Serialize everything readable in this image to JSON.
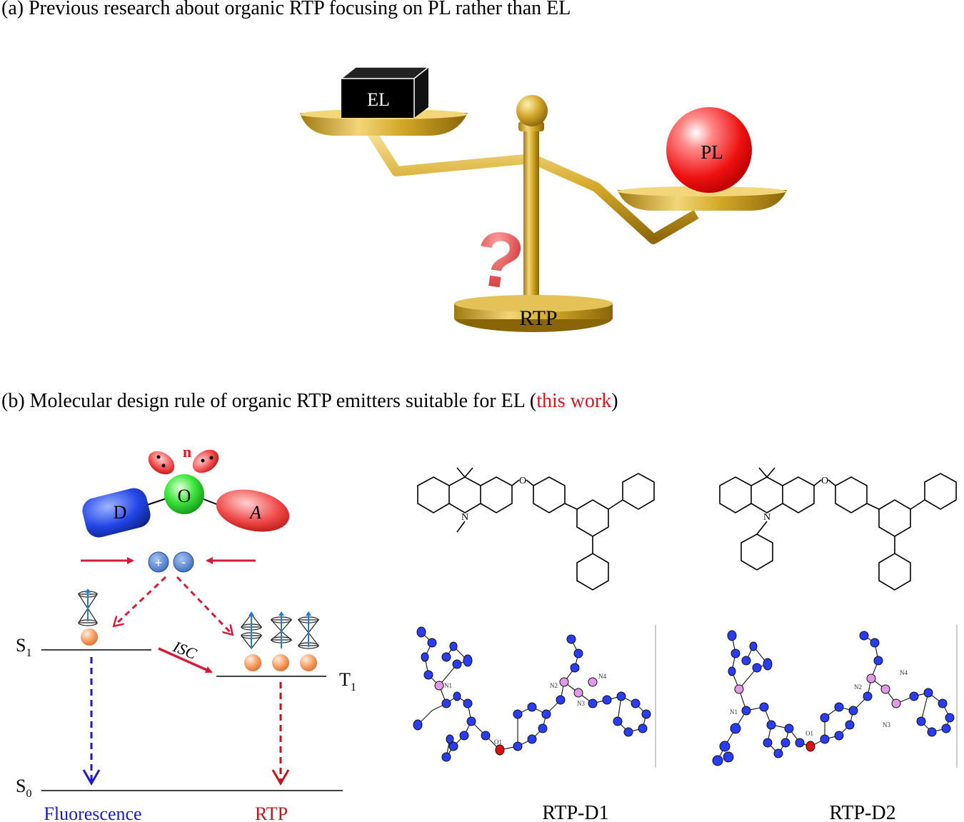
{
  "panel_a": {
    "caption": "(a) Previous research about organic RTP focusing on PL rather than EL",
    "box_label": "EL",
    "ball_label": "PL",
    "base_label": "RTP",
    "question_mark": "?"
  },
  "panel_b": {
    "caption_prefix": "(b) Molecular design rule of organic RTP emitters suitable for EL (",
    "caption_highlight": "this work",
    "caption_suffix": ")",
    "molecule": {
      "donor": "D",
      "oxygen": "O",
      "acceptor": "A",
      "lone_pair": "n",
      "plus": "+",
      "minus": "-"
    },
    "energy": {
      "s1": "S",
      "s1_sub": "1",
      "t1": "T",
      "t1_sub": "1",
      "s0": "S",
      "s0_sub": "0",
      "isc": "ISC",
      "fluorescence": "Fluorescence",
      "rtp": "RTP"
    },
    "structures": {
      "left_name": "RTP-D1",
      "right_name": "RTP-D2",
      "atom_o": "O",
      "atom_n": "N",
      "crystal_labels": [
        "N1",
        "N2",
        "N3",
        "N4",
        "O1"
      ]
    },
    "colors": {
      "highlight": "#e0141a",
      "fluorescence": "#1a1acc",
      "rtp": "#c0141a"
    }
  }
}
